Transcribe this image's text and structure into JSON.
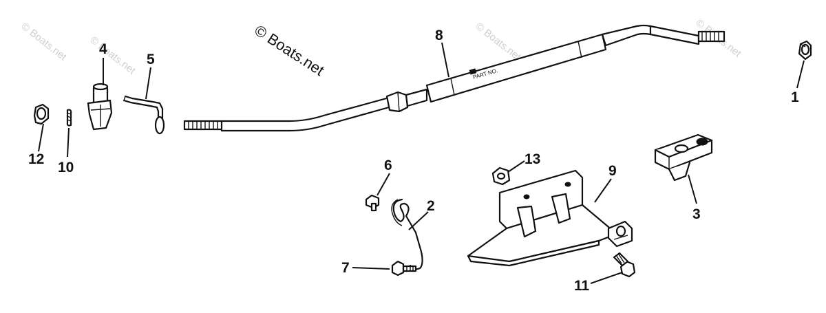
{
  "watermarks": {
    "main": "© Boats.net",
    "faint": [
      "© Boats.net",
      "© Boats.net",
      "© Boats.net",
      "© Boats.net"
    ]
  },
  "rod_label": "PART NO.",
  "callouts": [
    "1",
    "2",
    "3",
    "4",
    "5",
    "6",
    "7",
    "8",
    "9",
    "10",
    "11",
    "12",
    "13"
  ],
  "colors": {
    "line": "#111111",
    "background": "#ffffff",
    "watermark_faint": "#cfcfcf"
  }
}
